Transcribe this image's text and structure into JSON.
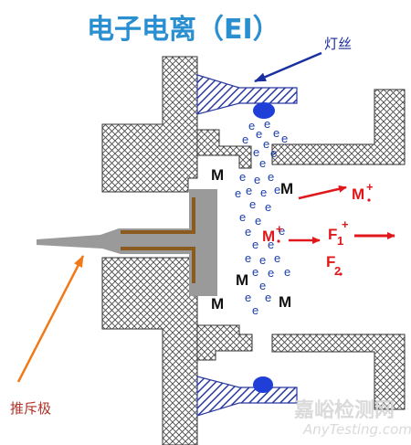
{
  "title": "电子电离（EI）",
  "labels": {
    "filament": "灯丝",
    "repeller": "推斥极"
  },
  "species": {
    "electron": "e",
    "molecule": "M",
    "ion_base": "M",
    "ion_charge": "+",
    "fragment_base": "F",
    "fragment1_sub": "1",
    "fragment2_sub": "2"
  },
  "watermark": {
    "cn": "嘉峪检测网",
    "en": "AnyTesting.com"
  },
  "colors": {
    "title": "#2a8fd0",
    "electron": "#1c3faa",
    "filament_hatch": "#2a3aa0",
    "filament_spot": "#1f3fd8",
    "repeller_metal": "#9a9a9a",
    "repeller_lining": "#8a5a1f",
    "ion": "#e0181b",
    "arrow_blue": "#1a2fa0",
    "arrow_orange": "#f07a1a"
  }
}
